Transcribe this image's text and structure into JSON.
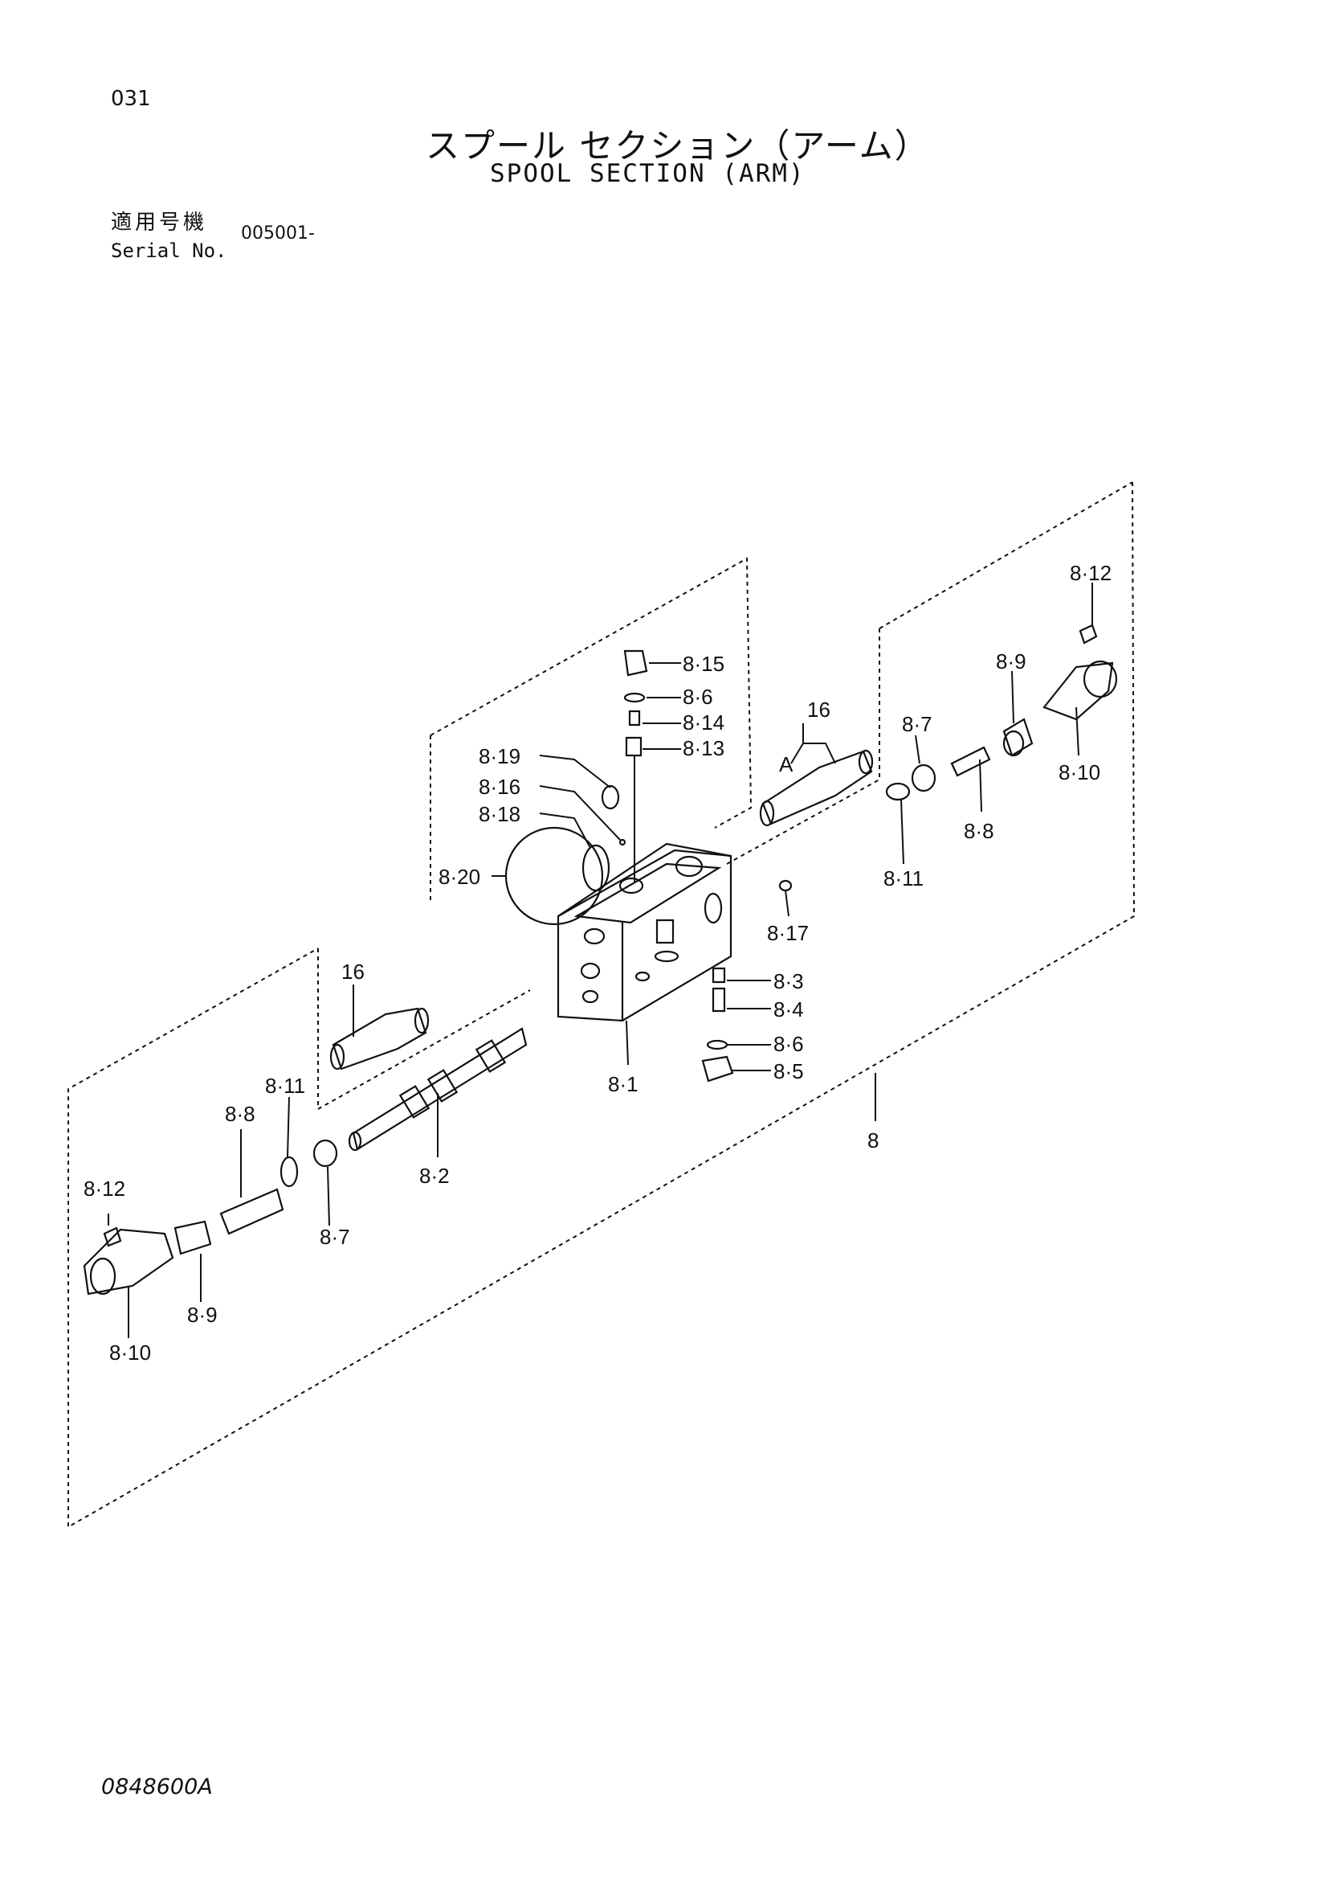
{
  "header": {
    "page_number": "031",
    "title_jp": "スプール セクション（アーム）",
    "title_en": "SPOOL SECTION (ARM)",
    "serial_label_jp": "適用号機",
    "serial_label_en": "Serial No.",
    "serial_value": "005001-"
  },
  "footer": {
    "drawing_number": "0848600A"
  },
  "callouts": {
    "p8_12_top": "8·12",
    "p8_15": "8·15",
    "p8_6_top": "8·6",
    "p8_14": "8·14",
    "p8_13": "8·13",
    "p16_top": "16",
    "pA": "A",
    "p8_9_top": "8·9",
    "p8_7_top": "8·7",
    "p8_10_top": "8·10",
    "p8_19": "8·19",
    "p8_16": "8·16",
    "p8_18": "8·18",
    "p8_8_top": "8·8",
    "p8_20": "8·20",
    "p8_11_top": "8·11",
    "p8_17": "8·17",
    "p16_left": "16",
    "p8_3": "8·3",
    "p8_4": "8·4",
    "p8_6_bot": "8·6",
    "p8_5": "8·5",
    "p8_1": "8·1",
    "p8_11_left": "8·11",
    "p8_8_left": "8·8",
    "p8": "8",
    "p8_2": "8·2",
    "p8_12_left": "8·12",
    "p8_7_left": "8·7",
    "p8_9_left": "8·9",
    "p8_10_left": "8·10"
  }
}
